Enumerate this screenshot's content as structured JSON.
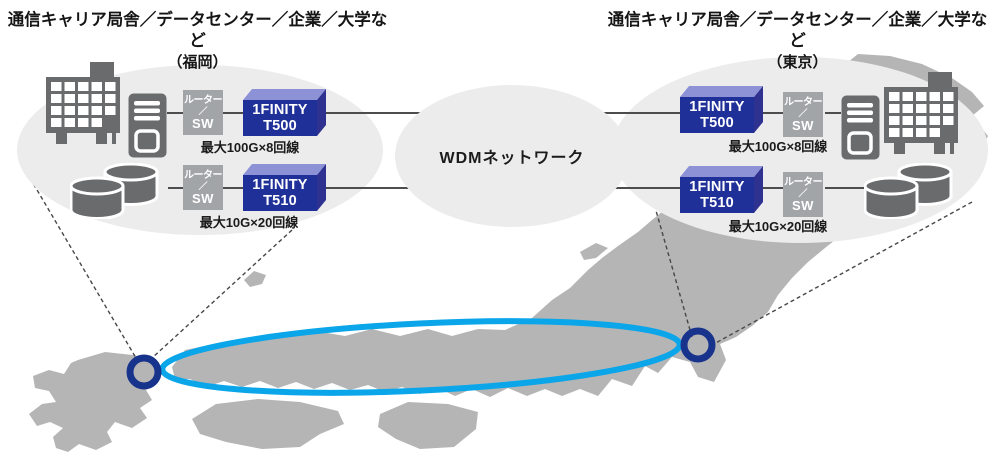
{
  "diagram": {
    "sites": {
      "left": {
        "title": "通信キャリア局舎／データセンター／企業／大学など",
        "location": "（福岡）"
      },
      "right": {
        "title": "通信キャリア局舎／データセンター／企業／大学など",
        "location": "（東京）"
      }
    },
    "network": {
      "label": "WDMネットワーク"
    },
    "devices": {
      "router": {
        "line1": "ルーター",
        "line2": "／",
        "line3": "SW"
      },
      "t500": {
        "brand": "1FINITY",
        "model": "T500",
        "capacity": "最大100G×8回線"
      },
      "t510": {
        "brand": "1FINITY",
        "model": "T510",
        "capacity": "最大10G×20回線"
      }
    },
    "icons": [
      "building-icon",
      "server-icon",
      "database-icon",
      "japan-map",
      "fukuoka-node-ring",
      "tokyo-node-ring",
      "wdm-link-ellipse"
    ],
    "colors": {
      "device_front": "#1f3099",
      "device_top": "#8d92d6",
      "device_side": "#2e3190",
      "router_gray": "#a2a5a8",
      "panel_gray": "#ececec",
      "map_gray": "#b5b5b6",
      "icon_gray": "#6a6b6d",
      "link_cyan": "#0aa6e9",
      "node_navy": "#18338c",
      "connector": "#4d4d4f",
      "text": "#151515"
    }
  }
}
